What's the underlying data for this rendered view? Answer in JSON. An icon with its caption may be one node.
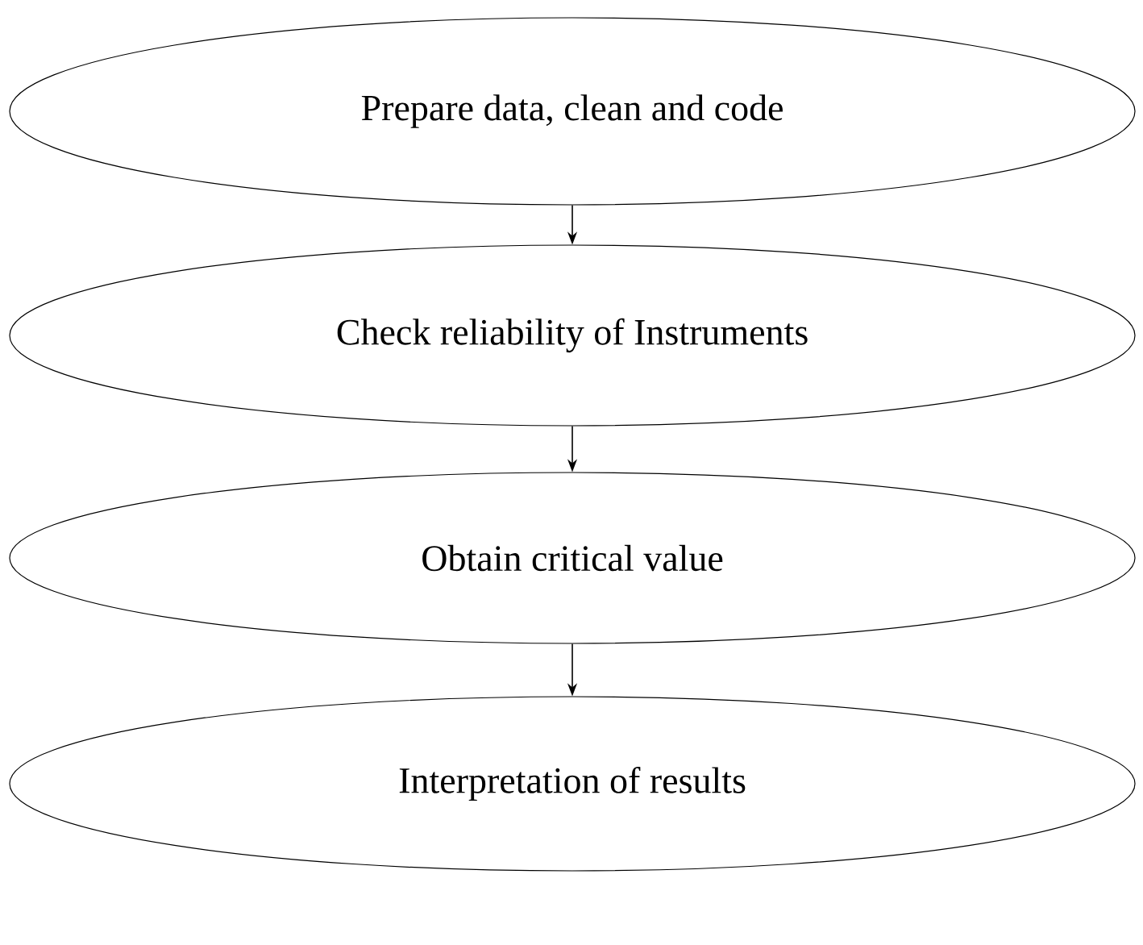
{
  "diagram": {
    "nodes": [
      {
        "text": [
          "Prepare data, clean and code"
        ]
      },
      {
        "text": [
          "Check reliability of Instruments"
        ]
      },
      {
        "text": [
          "Obtain critical value"
        ]
      },
      {
        "text": [
          "Interpretation of results"
        ]
      }
    ],
    "edges": [
      {
        "from": 0,
        "to": 1,
        "arrow": "to"
      },
      {
        "from": 1,
        "to": 2,
        "arrow": "to"
      },
      {
        "from": 2,
        "to": 3,
        "arrow": "to"
      }
    ]
  }
}
